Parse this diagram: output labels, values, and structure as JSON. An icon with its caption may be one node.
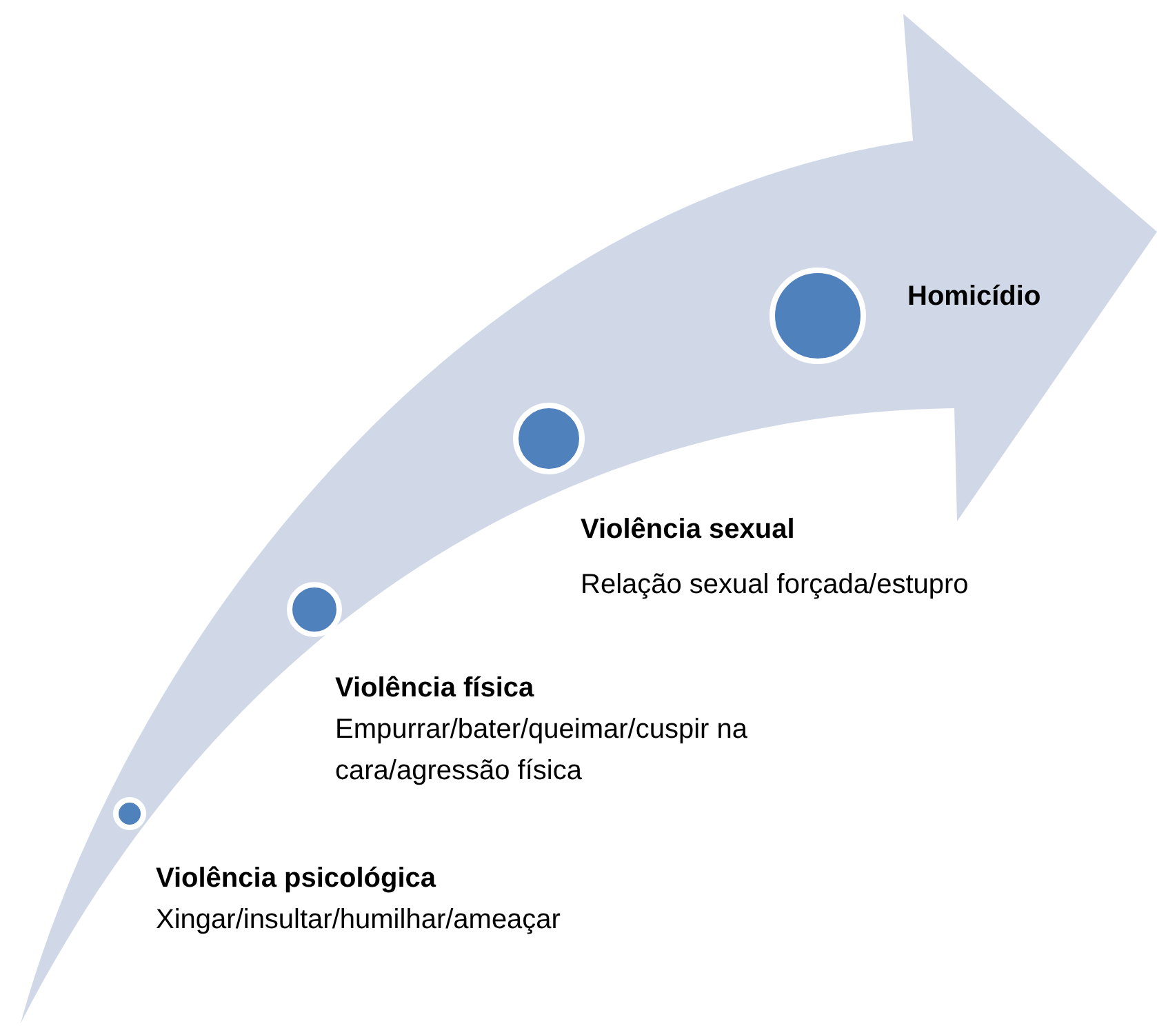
{
  "diagram": {
    "nodes": [
      {
        "text": [],
        "shape": "circle",
        "beside": [
          "Violência psicológica",
          "Xingar/insultar/humilhar/ameaçar"
        ]
      },
      {
        "text": [],
        "shape": "circle",
        "beside": [
          "Violência física",
          "Empurrar/bater/queimar/cuspir na cara/agressão física"
        ]
      },
      {
        "text": [],
        "shape": "circle",
        "beside": [
          "Violência sexual",
          "Relação sexual forçada/estupro"
        ]
      },
      {
        "text": [],
        "shape": "circle",
        "beside": [
          "Homicídio"
        ]
      }
    ]
  }
}
